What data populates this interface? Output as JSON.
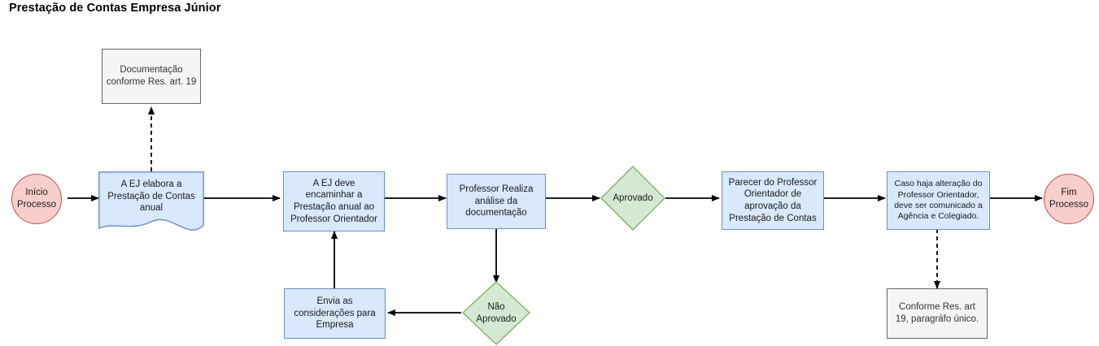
{
  "title": "Prestação de Contas Empresa Júnior",
  "colors": {
    "process_fill": "#dae8fc",
    "process_stroke": "#6c8ebf",
    "terminator_fill": "#f8cecc",
    "terminator_stroke": "#b85450",
    "decision_fill": "#d5e8d4",
    "decision_stroke": "#82b366",
    "note_fill": "#f5f5f5",
    "note_stroke": "#666666",
    "edge": "#000000",
    "background": "#ffffff"
  },
  "chart_data": {
    "type": "diagram",
    "title": "Prestação de Contas Empresa Júnior",
    "nodes": [
      {
        "id": "inicio",
        "label": "Início\nProcesso",
        "shape": "terminator"
      },
      {
        "id": "doc_nota",
        "label": "Documentação\nconforme Res. art. 19",
        "shape": "note"
      },
      {
        "id": "elabora",
        "label": "A EJ elabora a\nPrestação de Contas\nanual",
        "shape": "document"
      },
      {
        "id": "encaminha",
        "label": "A EJ deve\nencaminhar a\nPrestação anual  ao\nProfessor Orientador",
        "shape": "process"
      },
      {
        "id": "analise",
        "label": "Professor Realiza\nanálise da\ndocumentação",
        "shape": "process"
      },
      {
        "id": "aprovado",
        "label": "Aprovado",
        "shape": "decision"
      },
      {
        "id": "nao_aprovado",
        "label": "Não\nAprovado",
        "shape": "decision"
      },
      {
        "id": "envia",
        "label": "Envia as\nconsiderações para\nEmpresa",
        "shape": "process"
      },
      {
        "id": "parecer",
        "label": "Parecer do Professor\nOrientador de\naprovação da\nPrestação de Contas",
        "shape": "process"
      },
      {
        "id": "alteracao",
        "label": "Caso haja alteração do\nProfessor Orientador,\ndeve ser comunicado a\nAgência e Colegiado.",
        "shape": "process"
      },
      {
        "id": "nota_art19",
        "label": "Conforme Res. art\n19, paragráfo único.",
        "shape": "note"
      },
      {
        "id": "fim",
        "label": "Fim\nProcesso",
        "shape": "terminator"
      }
    ],
    "edges": [
      {
        "from": "inicio",
        "to": "elabora",
        "style": "solid"
      },
      {
        "from": "elabora",
        "to": "doc_nota",
        "style": "dashed"
      },
      {
        "from": "elabora",
        "to": "encaminha",
        "style": "solid"
      },
      {
        "from": "encaminha",
        "to": "analise",
        "style": "solid"
      },
      {
        "from": "analise",
        "to": "aprovado",
        "style": "solid"
      },
      {
        "from": "analise",
        "to": "nao_aprovado",
        "style": "solid"
      },
      {
        "from": "nao_aprovado",
        "to": "envia",
        "style": "solid"
      },
      {
        "from": "envia",
        "to": "encaminha",
        "style": "solid"
      },
      {
        "from": "aprovado",
        "to": "parecer",
        "style": "solid"
      },
      {
        "from": "parecer",
        "to": "alteracao",
        "style": "solid"
      },
      {
        "from": "alteracao",
        "to": "nota_art19",
        "style": "dashed"
      },
      {
        "from": "alteracao",
        "to": "fim",
        "style": "solid"
      }
    ]
  },
  "nodes": {
    "inicio": {
      "label": "Início\nProcesso"
    },
    "doc_nota": {
      "label": "Documentação\nconforme Res. art. 19"
    },
    "elabora": {
      "label": "A EJ elabora a\nPrestação de Contas\nanual"
    },
    "encaminha": {
      "label": "A EJ deve\nencaminhar a\nPrestação anual  ao\nProfessor Orientador"
    },
    "analise": {
      "label": "Professor Realiza\nanálise da\ndocumentação"
    },
    "aprovado": {
      "label": "Aprovado"
    },
    "nao_aprovado": {
      "label": "Não\nAprovado"
    },
    "envia": {
      "label": "Envia as\nconsiderações para\nEmpresa"
    },
    "parecer": {
      "label": "Parecer do Professor\nOrientador de\naprovação da\nPrestação de Contas"
    },
    "alteracao": {
      "label": "Caso haja alteração do\nProfessor Orientador,\ndeve ser comunicado a\nAgência e Colegiado."
    },
    "nota_art19": {
      "label": "Conforme Res. art\n19, paragráfo único."
    },
    "fim": {
      "label": "Fim\nProcesso"
    }
  }
}
